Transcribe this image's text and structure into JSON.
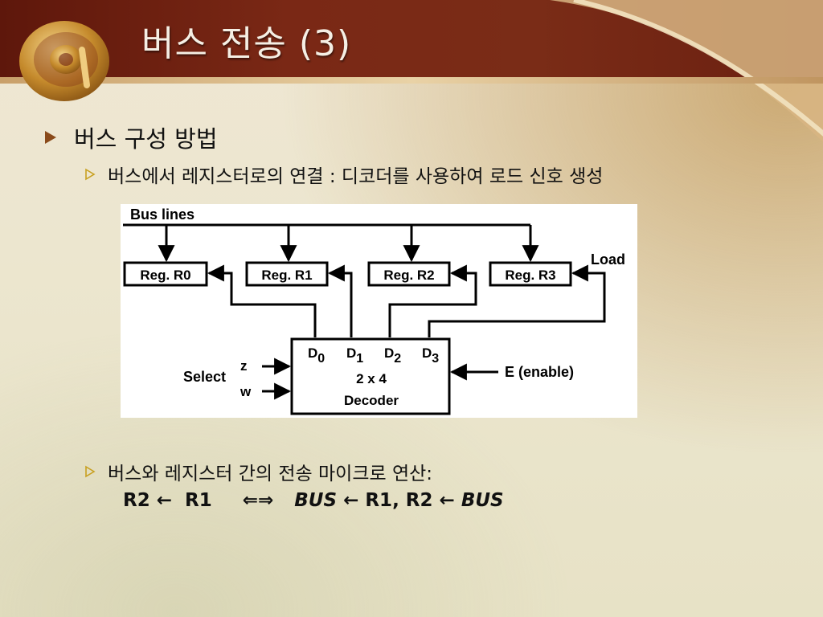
{
  "slide": {
    "title": "버스 전송 (3)",
    "bullet1": "버스 구성 방법",
    "sub1": "버스에서 레지스터로의 연결 : 디코더를 사용하여 로드 신호 생성",
    "sub2": "버스와 레지스터 간의 전송 마이크로 연산:",
    "formula": {
      "p1": "R2 ←  R1",
      "p2": "⇐⇒",
      "p3": "BUS",
      "p4": " ← R1, R2 ← ",
      "p5": "BUS"
    }
  },
  "diagram": {
    "bus_label": "Bus lines",
    "load_label": "Load",
    "registers": [
      "Reg. R0",
      "Reg. R1",
      "Reg. R2",
      "Reg. R3"
    ],
    "decoder": {
      "outputs": [
        "D",
        "D",
        "D",
        "D"
      ],
      "output_subs": [
        "0",
        "1",
        "2",
        "3"
      ],
      "line1": "2 x 4",
      "line2": "Decoder"
    },
    "select_label": "Select",
    "select_inputs": [
      "z",
      "w"
    ],
    "enable_label": "E (enable)"
  },
  "colors": {
    "title_band": "#6e2312",
    "bullet_marker": "#8a4a1a",
    "sub_marker": "#c8a020"
  }
}
